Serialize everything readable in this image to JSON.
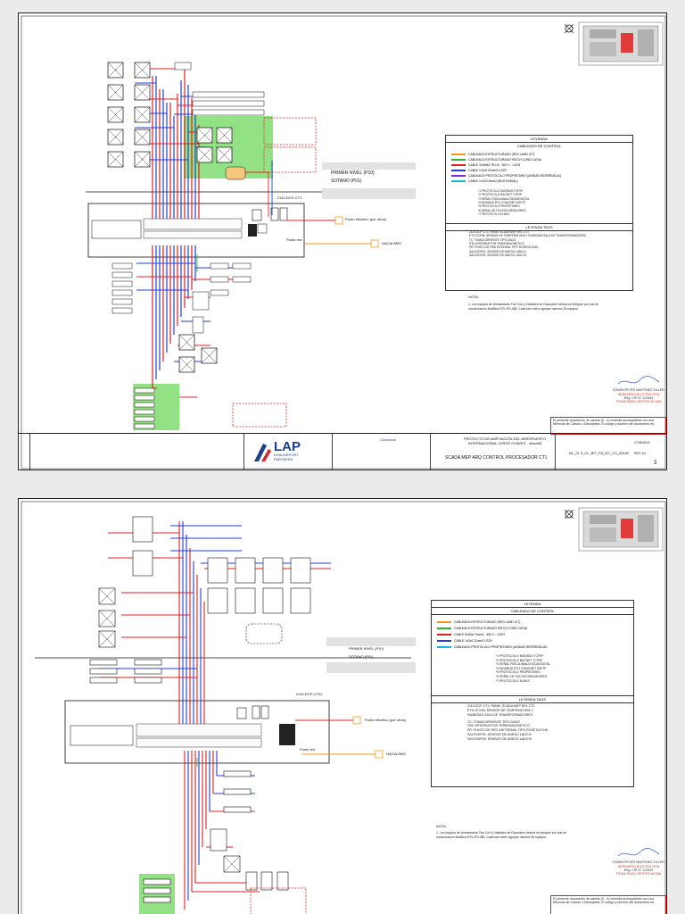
{
  "sheet1": {
    "level_upper": "PRIMER NIVEL (P10)",
    "level_lower": "SOTANO (P01)",
    "panel_tag": "2110-DCP-CT1",
    "power_label": "Punto electrico (por otros)",
    "red_label": "Punto red",
    "hacia_label": "HACIA BMS",
    "legend": {
      "title": "LEYENDA",
      "subtitle": "CABLEADO DE CONTROL",
      "cables": [
        {
          "color": "#f39a1e",
          "text": "CABLEADO ESTRUCTURADO (RED LAND ICT)"
        },
        {
          "color": "#2fb52f",
          "text": "CABLEADO ESTRUCTURADO PATCH CORD CAT6A"
        },
        {
          "color": "#e02020",
          "text": "CABLE 3X4MM TR-H4 - 300 V - LSZH"
        },
        {
          "color": "#1f3fd8",
          "text": "CABLE 1x2x0.22mm2 LSZH"
        },
        {
          "color": "#8a2be2",
          "text": "CABLEADO PROTOCOLO PROPIETARIO (UNIDAD REFERENCIA)"
        },
        {
          "color": "#17b8d8",
          "text": "CABLE 1x2X0.5mm2 (BUS RADIAL)"
        }
      ],
      "protocols": [
        "*1 PROTOCOLO MODBUS TCP/IP",
        "*2 PROTOCOLO BACNET TCP/IP",
        "*3 SEÑAL FISICA ANALOGICA/DIGITAL",
        "*4 MODBUS RTU O BACNET MS/TP",
        "*5 PROTOCOLO PROPIETARIO",
        "*6 SEÑAL DE PULSOS MEDIDORES",
        "*7 PROTOCOLO M-BUS"
      ],
      "tags_title": "LEYENDA TAGS",
      "tags": [
        "2110-DCP-CT1: PANEL SCADA MEP DEL CT1",
        "ETH-ST/HM: SENSOR DE TEMPERATURA Y HUMEDAD SALA DE TRANSFORMADORES",
        "TC: TOMACORRIENTE TIPO DADO",
        "ITM: INTERRUPTOR TERMOMAGNETICO",
        "PR: PUNTO DE RED INTERNAL TIPO ROSETA RJ45",
        "SAI-EXDP01: SENSOR DE ANEGO LADO A",
        "SAI-EXDP02: SENSOR DE ANEGO LADO B"
      ]
    },
    "nota_title": "NOTA:",
    "nota_text": "1.   Los equipos de climatización Fan Coil y Unidades de Expansión directa se integran por bus de comunicación ModBus RTU RS-485. Cada lazo debe agrupar máximo 28 equipos.",
    "signature": {
      "name": "EDWIN PETER MARTINEZ SILLER",
      "role": "INGENIERO ELECTRICISTA",
      "reg": "Reg. CIP N° 123364",
      "caption": "FIRMA PARA CERTIFICACION"
    },
    "stamp": "El presente documento de cambio (0 - 0) necesita acompañarse con una Memoria de Cálculo o Descriptiva. El código y número del documento es: ",
    "logo_name": "LAP",
    "logo_sub": "LIMA AIRPORT PARTNERS",
    "brand2": "Consorcio ",
    "project": "PROYECTO DE AMPLIACIÓN DEL AEROPUERTO INTERNACIONAL JORGE CHAVEZ - mesa58",
    "drawing_title": "SCADA MEP ARQ CONTROL PROCESADOR CT1",
    "doc_code": "NL_21 3_CL_BIT_P3_DC_CS_00102",
    "sheet_no": "3",
    "rev": "REV: A1",
    "date": "17/05/2024"
  },
  "sheet2": {
    "level_upper": "PRIMER NIVEL (P10)",
    "level_lower": "SOTANO (P01)",
    "panel_tag": "2110-DCP-CT02",
    "power_label": "Punto electrico (por otros)",
    "red_label": "Punto red",
    "hacia_label": "HACIA BMS",
    "legend": {
      "title": "LEYENDA",
      "subtitle": "CABLEADO DE CONTROL",
      "cables": [
        {
          "color": "#f39a1e",
          "text": "CABLEADO ESTRUCTURADO (RED LAND ICT)"
        },
        {
          "color": "#2fb52f",
          "text": "CABLEADO ESTRUCTURADO PATCH CORD CAT6A"
        },
        {
          "color": "#e02020",
          "text": "CABLE SADIA 7fmm2 - 300 V - LSZH"
        },
        {
          "color": "#1f3fd8",
          "text": "CABLE 1x2x0.22mm2 LSZH"
        },
        {
          "color": "#17b8d8",
          "text": "CABLEADO PROTOCOLO PROPIETARIO (UNIDAD REFERENCIAL"
        }
      ],
      "protocols": [
        "*1 PROTOCOLO MODBUS TCP/IP",
        "*2 PROTOCOLO BACNET TCP/IP",
        "*3 SEÑAL FISICA ANALOGICA/DIGITAL",
        "*4 MODBUS RTU O BACNET MS/TP",
        "*5 PROTOCOLO PROPIETARIO",
        "*6 SEÑAL DE PULSOS MEDIDORES",
        "*7 PROTOCOLO M-BUS"
      ],
      "tags_title": "LEYENDA TAGS",
      "tags": [
        "2110-DCP-CT2: PANEL SCADA MEP DEL CT2",
        "ETH-ST/HM: SENSOR DE TEMPERATURA Y",
        "HUMEDAD SALA DE TRANSFORMADORES",
        "TC: TOMACORRIENTE TIPO DADO",
        "ITM: INTERRUPTOR TERMOMAGNETICO",
        "PR: PUNTO DE RED INS'TERNAL TIPO ROSETA RJ45",
        "SAI-EXDP01: SENSOR DE ANEGO LADO A",
        "SAI-EXDP02: SENSOR DE ANEGO LADO B"
      ]
    },
    "nota_title": "NOTA:",
    "nota_text": "1.   Los equipos de climatización Fan Coil y Unidades de Expansión directa se integran por bus de comunicación ModBus RTU RS-485. Cada lazo debe agrupar máximo 28 equipos.",
    "signature": {
      "name": "EDWIN PETER MARTINEZ SILLER",
      "role": "INGENIERO ELECTRICISTA",
      "reg": "Reg. CIP N° 123364",
      "caption": "FIRMA PARA CERTIFICACION"
    },
    "stamp": "El presente documento de cambio (0 - 0) necesita acompañarse con una Memoria de Cálculo o Descriptiva. El código y número del documento es: "
  },
  "colors": {
    "orange": "#f39a1e",
    "green": "#2fb52f",
    "red": "#e02020",
    "blue": "#1f3fd8",
    "cyan": "#17b8d8",
    "green_fill": "#7fdc6e",
    "brand": "#1a3f8f",
    "brand_red": "#d6262f"
  }
}
